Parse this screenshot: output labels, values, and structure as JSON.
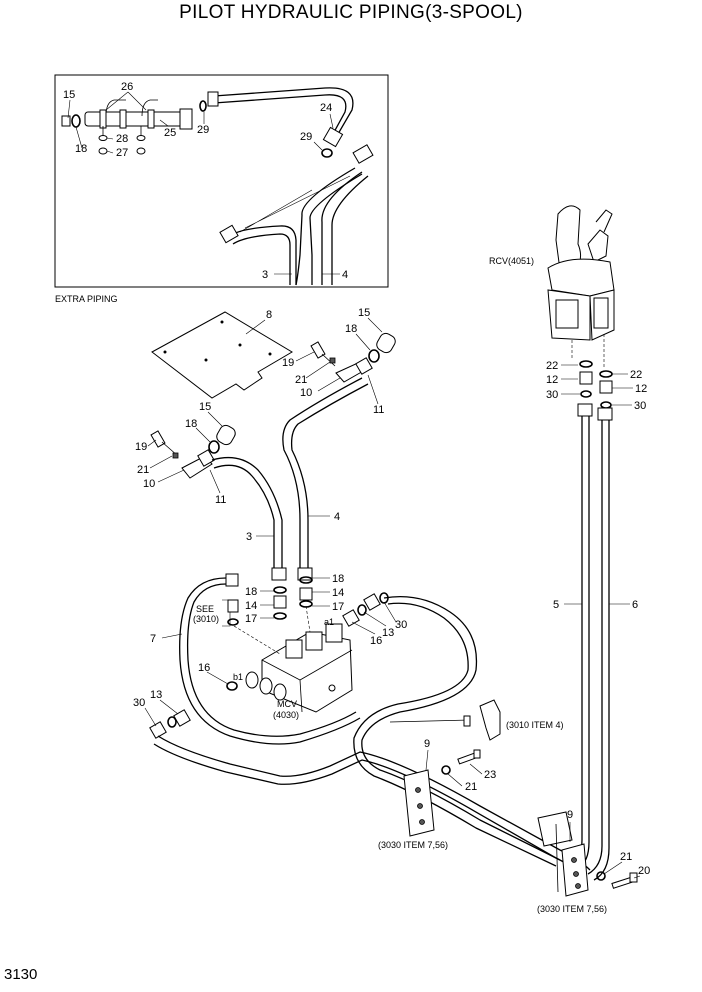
{
  "title": "PILOT HYDRAULIC PIPING(3-SPOOL)",
  "page_number": "3130",
  "inset_label": "EXTRA PIPING",
  "annotations": {
    "rcv": "RCV(4051)",
    "mcv_line1": "MCV",
    "mcv_line2": "(4030)",
    "see_line1": "SEE",
    "see_line2": "(3010)",
    "ref_3010": "(3010 ITEM 4)",
    "ref_3030_a": "(3030 ITEM 7,56)",
    "ref_3030_b": "(3030 ITEM 7,56)",
    "port_a1": "a1",
    "port_b1": "b1"
  },
  "callouts": {
    "i15": "15",
    "i26": "26",
    "i18": "18",
    "i28": "28",
    "i27": "27",
    "i25": "25",
    "i29a": "29",
    "i24": "24",
    "i29b": "29",
    "i3a": "3",
    "i4a": "4",
    "i8": "8",
    "i15b": "15",
    "i18b": "18",
    "i19a": "19",
    "i21a": "21",
    "i10a": "10",
    "i11a": "11",
    "i15c": "15",
    "i18c": "18",
    "i19b": "19",
    "i21b": "21",
    "i10b": "10",
    "i11b": "11",
    "i4b": "4",
    "i3b": "3",
    "i18d": "18",
    "i14a": "14",
    "i17a": "17",
    "i18e": "18",
    "i14b": "14",
    "i17b": "17",
    "i7": "7",
    "i13a": "13",
    "i16a": "16",
    "i30a": "30",
    "i16b": "16",
    "i13b": "13",
    "i30b": "30",
    "i22a": "22",
    "i12a": "12",
    "i30c": "30",
    "i22b": "22",
    "i12b": "12",
    "i30d": "30",
    "i5": "5",
    "i6": "6",
    "i9a": "9",
    "i23": "23",
    "i21c": "21",
    "i9b": "9",
    "i21d": "21",
    "i20": "20"
  }
}
